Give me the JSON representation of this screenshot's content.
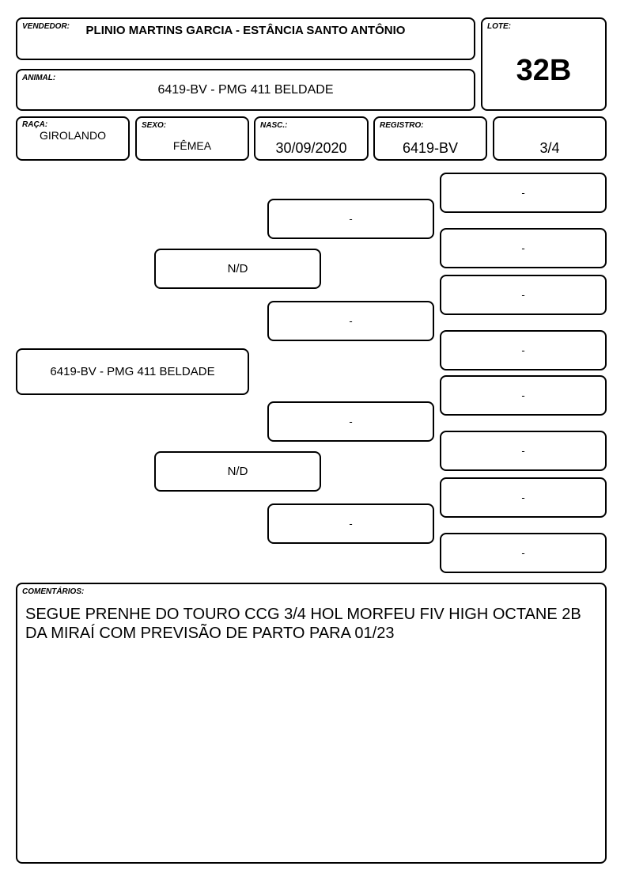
{
  "header": {
    "vendedor_label": "VENDEDOR:",
    "vendedor": "PLINIO MARTINS GARCIA - ESTÂNCIA SANTO ANTÔNIO",
    "lote_label": "LOTE:",
    "lote": "32B",
    "animal_label": "ANIMAL:",
    "animal": "6419-BV - PMG 411 BELDADE"
  },
  "details": {
    "raca_label": "RAÇA:",
    "raca": "GIROLANDO",
    "sexo_label": "SEXO:",
    "sexo": "FÊMEA",
    "nasc_label": "NASC.:",
    "nasc": "30/09/2020",
    "registro_label": "REGISTRO:",
    "registro": "6419-BV",
    "grau": "3/4"
  },
  "pedigree": {
    "animal": "6419-BV - PMG 411 BELDADE",
    "sire": "N/D",
    "dam": "N/D",
    "sire_sire": "-",
    "sire_dam": "-",
    "dam_sire": "-",
    "dam_dam": "-",
    "ggp": [
      "-",
      "-",
      "-",
      "-",
      "-",
      "-",
      "-",
      "-"
    ]
  },
  "comments": {
    "label": "COMENTÁRIOS:",
    "text": "SEGUE PRENHE DO TOURO CCG 3/4 HOL MORFEU FIV HIGH OCTANE 2B DA MIRAÍ COM PREVISÃO DE PARTO PARA 01/23"
  }
}
